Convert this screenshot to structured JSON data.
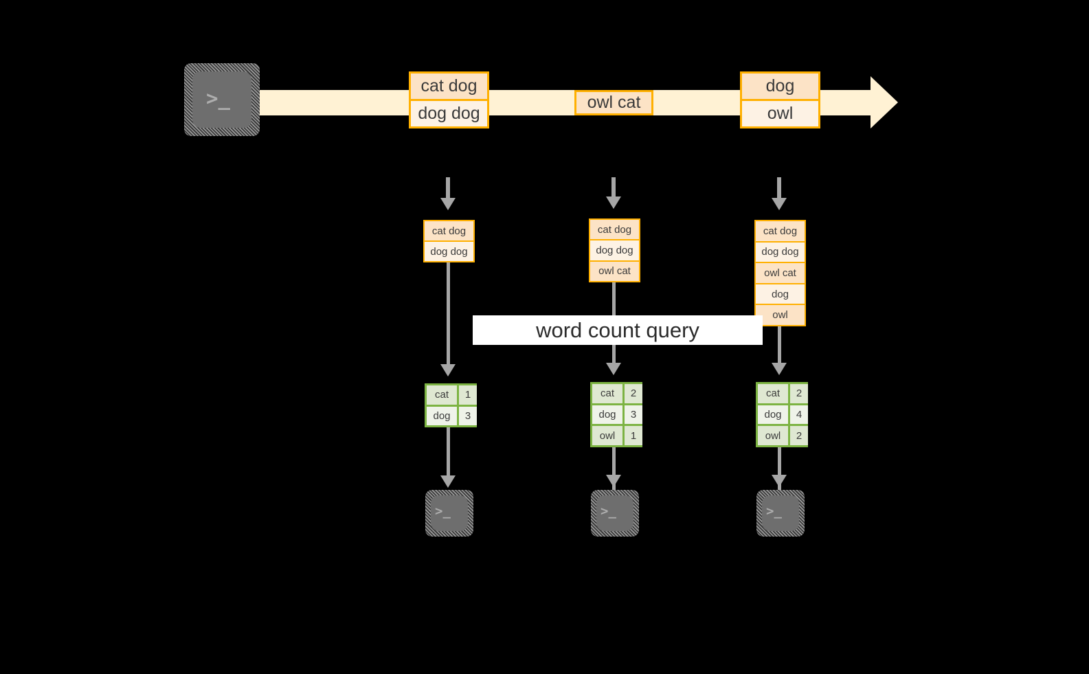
{
  "diagram": {
    "title_label": "word count query",
    "colors": {
      "background": "#000000",
      "stream_fill": "#FFF2D4",
      "record_border": "#FFB000",
      "record_fill_dark": "#FCE3C6",
      "record_fill_light": "#FDF2E4",
      "table_border": "#7CB342",
      "table_fill_dark": "#DFE8D2",
      "table_fill_light": "#EFF3E9",
      "arrow_gray": "#A6A6A6",
      "terminal_gray": "#6E6E6E",
      "label_band": "#FFFFFF"
    }
  },
  "source": {
    "icon": "terminal-icon",
    "glyph": ">_"
  },
  "stream": {
    "icon": "right-arrow-icon",
    "events": [
      {
        "name": "stream-event-1",
        "rows": [
          {
            "text": "cat dog",
            "shade": "dark"
          },
          {
            "text": "dog dog",
            "shade": "light"
          }
        ]
      },
      {
        "name": "stream-event-2",
        "rows": [
          {
            "text": "owl cat",
            "shade": "dark"
          }
        ]
      },
      {
        "name": "stream-event-3",
        "rows": [
          {
            "text": "dog",
            "shade": "dark"
          },
          {
            "text": "owl",
            "shade": "light"
          }
        ]
      }
    ]
  },
  "snapshots": [
    {
      "name": "snapshot-1",
      "input_rows": [
        {
          "text": "cat dog",
          "shade": "dark"
        },
        {
          "text": "dog dog",
          "shade": "light"
        }
      ],
      "result_rows": [
        {
          "key": "cat",
          "value": "1",
          "shade": "dark"
        },
        {
          "key": "dog",
          "value": "3",
          "shade": "light"
        }
      ],
      "sink": {
        "icon": "terminal-icon",
        "glyph": ">_"
      }
    },
    {
      "name": "snapshot-2",
      "input_rows": [
        {
          "text": "cat dog",
          "shade": "dark"
        },
        {
          "text": "dog dog",
          "shade": "light"
        },
        {
          "text": "owl cat",
          "shade": "dark"
        }
      ],
      "result_rows": [
        {
          "key": "cat",
          "value": "2",
          "shade": "dark"
        },
        {
          "key": "dog",
          "value": "3",
          "shade": "light"
        },
        {
          "key": "owl",
          "value": "1",
          "shade": "dark"
        }
      ],
      "sink": {
        "icon": "terminal-icon",
        "glyph": ">_"
      }
    },
    {
      "name": "snapshot-3",
      "input_rows": [
        {
          "text": "cat dog",
          "shade": "dark"
        },
        {
          "text": "dog dog",
          "shade": "light"
        },
        {
          "text": "owl cat",
          "shade": "dark"
        },
        {
          "text": "dog",
          "shade": "light"
        },
        {
          "text": "owl",
          "shade": "dark"
        }
      ],
      "result_rows": [
        {
          "key": "cat",
          "value": "2",
          "shade": "dark"
        },
        {
          "key": "dog",
          "value": "4",
          "shade": "light"
        },
        {
          "key": "owl",
          "value": "2",
          "shade": "dark"
        }
      ],
      "sink": {
        "icon": "terminal-icon",
        "glyph": ">_"
      }
    }
  ]
}
